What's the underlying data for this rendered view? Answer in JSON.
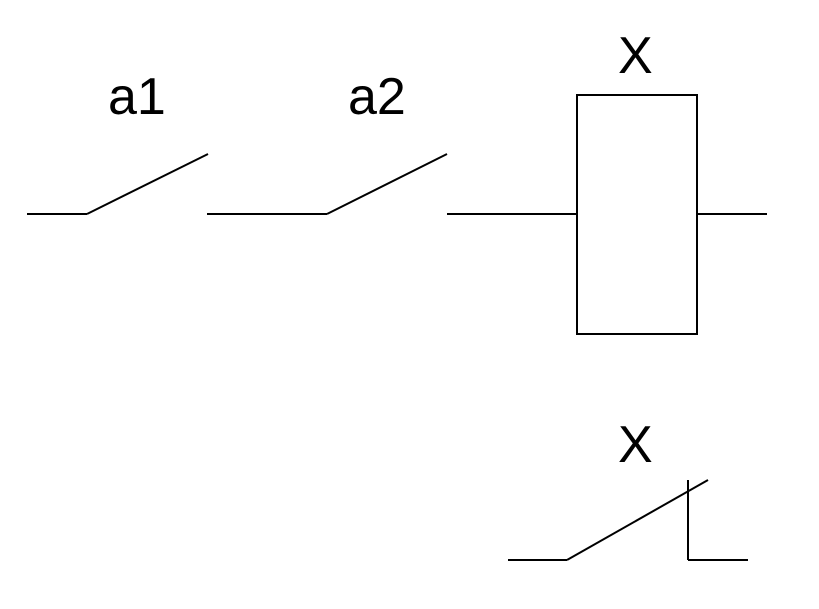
{
  "labels": {
    "contact_a1": "a1",
    "contact_a2": "a2",
    "relay_coil": "X",
    "relay_contact": "X"
  },
  "colors": {
    "line": "#000000",
    "background": "#ffffff"
  }
}
